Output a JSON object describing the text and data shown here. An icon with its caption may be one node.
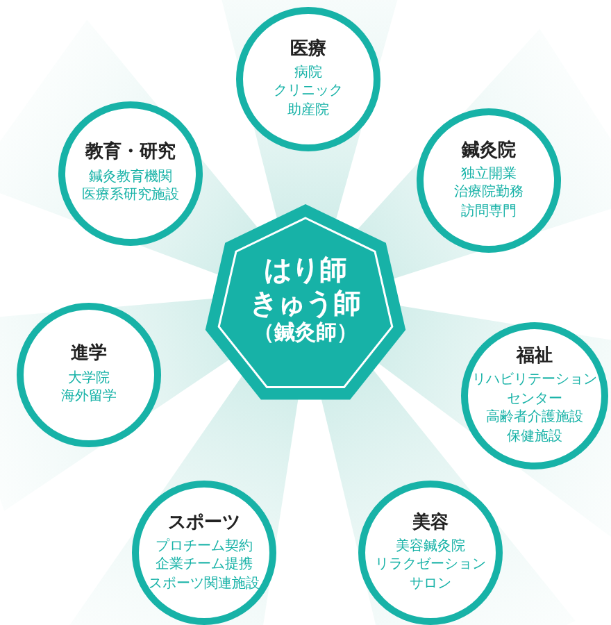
{
  "diagram": {
    "nodes": [
      {
        "text": [
          "はり師",
          "きゅう師",
          "（鍼灸師）"
        ]
      },
      {
        "text": [
          "医療",
          "病院",
          "クリニック",
          "助産院"
        ]
      },
      {
        "text": [
          "教育・研究",
          "鍼灸教育機関",
          "医療系研究施設"
        ]
      },
      {
        "text": [
          "鍼灸院",
          "独立開業",
          "治療院勤務",
          "訪問専門"
        ]
      },
      {
        "text": [
          "進学",
          "大学院",
          "海外留学"
        ]
      },
      {
        "text": [
          "福祉",
          "リハビリテーションセンター",
          "高齢者介護施設",
          "保健施設"
        ]
      },
      {
        "text": [
          "スポーツ",
          "プロチーム契約",
          "企業チーム提携",
          "スポーツ関連施設"
        ]
      },
      {
        "text": [
          "美容",
          "美容鍼灸院",
          "リラクゼーション",
          "サロン"
        ]
      }
    ]
  }
}
